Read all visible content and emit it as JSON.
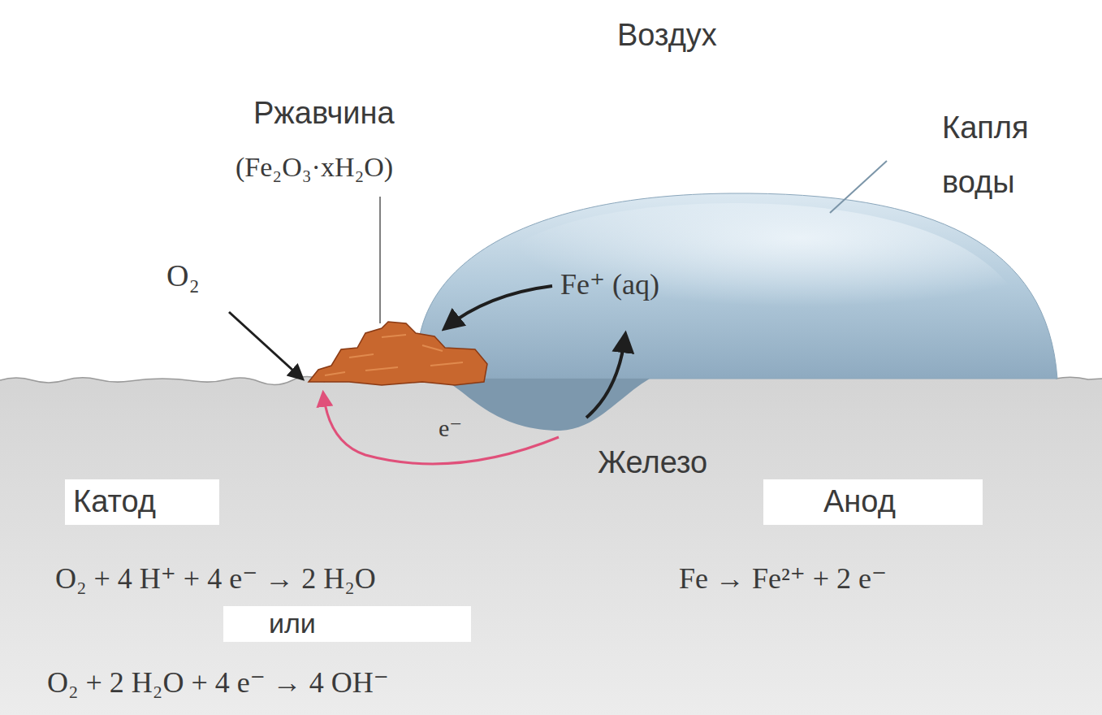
{
  "diagram": {
    "nodes": [
      {
        "text": [
          "Катод"
        ]
      },
      {
        "text": [
          "Анод"
        ]
      },
      {
        "text": [
          "или"
        ]
      }
    ],
    "labels": [
      "Воздух",
      "Ржавчина",
      "(Fe₂O₃·xH₂O)",
      "Капля воды",
      "O₂",
      "Fe⁺ (aq)",
      "e⁻",
      "Железо",
      "O₂ + 4 H⁺ + 4 e⁻ → 2 H₂O",
      "Fe → Fe²⁺ + 2 e⁻",
      "O₂ + 2 H₂O + 4 e⁻ → 4 OH⁻"
    ]
  }
}
